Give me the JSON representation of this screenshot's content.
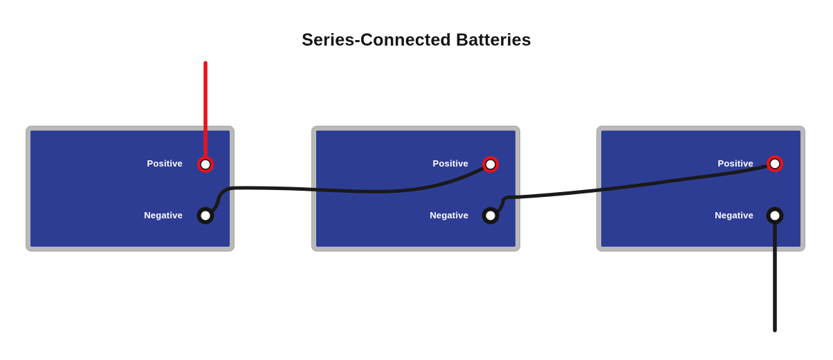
{
  "title": "Series-Connected Batteries",
  "batteries": [
    {
      "name": "battery-1",
      "positive_label": "Positive",
      "negative_label": "Negative"
    },
    {
      "name": "battery-2",
      "positive_label": "Positive",
      "negative_label": "Negative"
    },
    {
      "name": "battery-3",
      "positive_label": "Positive",
      "negative_label": "Negative"
    }
  ],
  "wires": [
    {
      "name": "positive-lead",
      "color": "#e8131b",
      "from": "battery-1-positive-terminal",
      "to": "off-canvas-top"
    },
    {
      "name": "series-link-1",
      "color": "#1a1a1a",
      "from": "battery-1-negative-terminal",
      "to": "battery-2-positive-terminal"
    },
    {
      "name": "series-link-2",
      "color": "#1a1a1a",
      "from": "battery-2-negative-terminal",
      "to": "battery-3-positive-terminal"
    },
    {
      "name": "negative-lead",
      "color": "#1a1a1a",
      "from": "battery-3-negative-terminal",
      "to": "off-canvas-bottom"
    }
  ],
  "terminals": {
    "positive_ring_color": "#e8131b",
    "negative_ring_color": "#151515",
    "center_color": "#ffffff"
  },
  "colors": {
    "background": "#ffffff",
    "battery_body": "#2e3d94",
    "battery_border": "#b9b9b9",
    "label_text": "#ffffff",
    "title_text": "#141414"
  }
}
